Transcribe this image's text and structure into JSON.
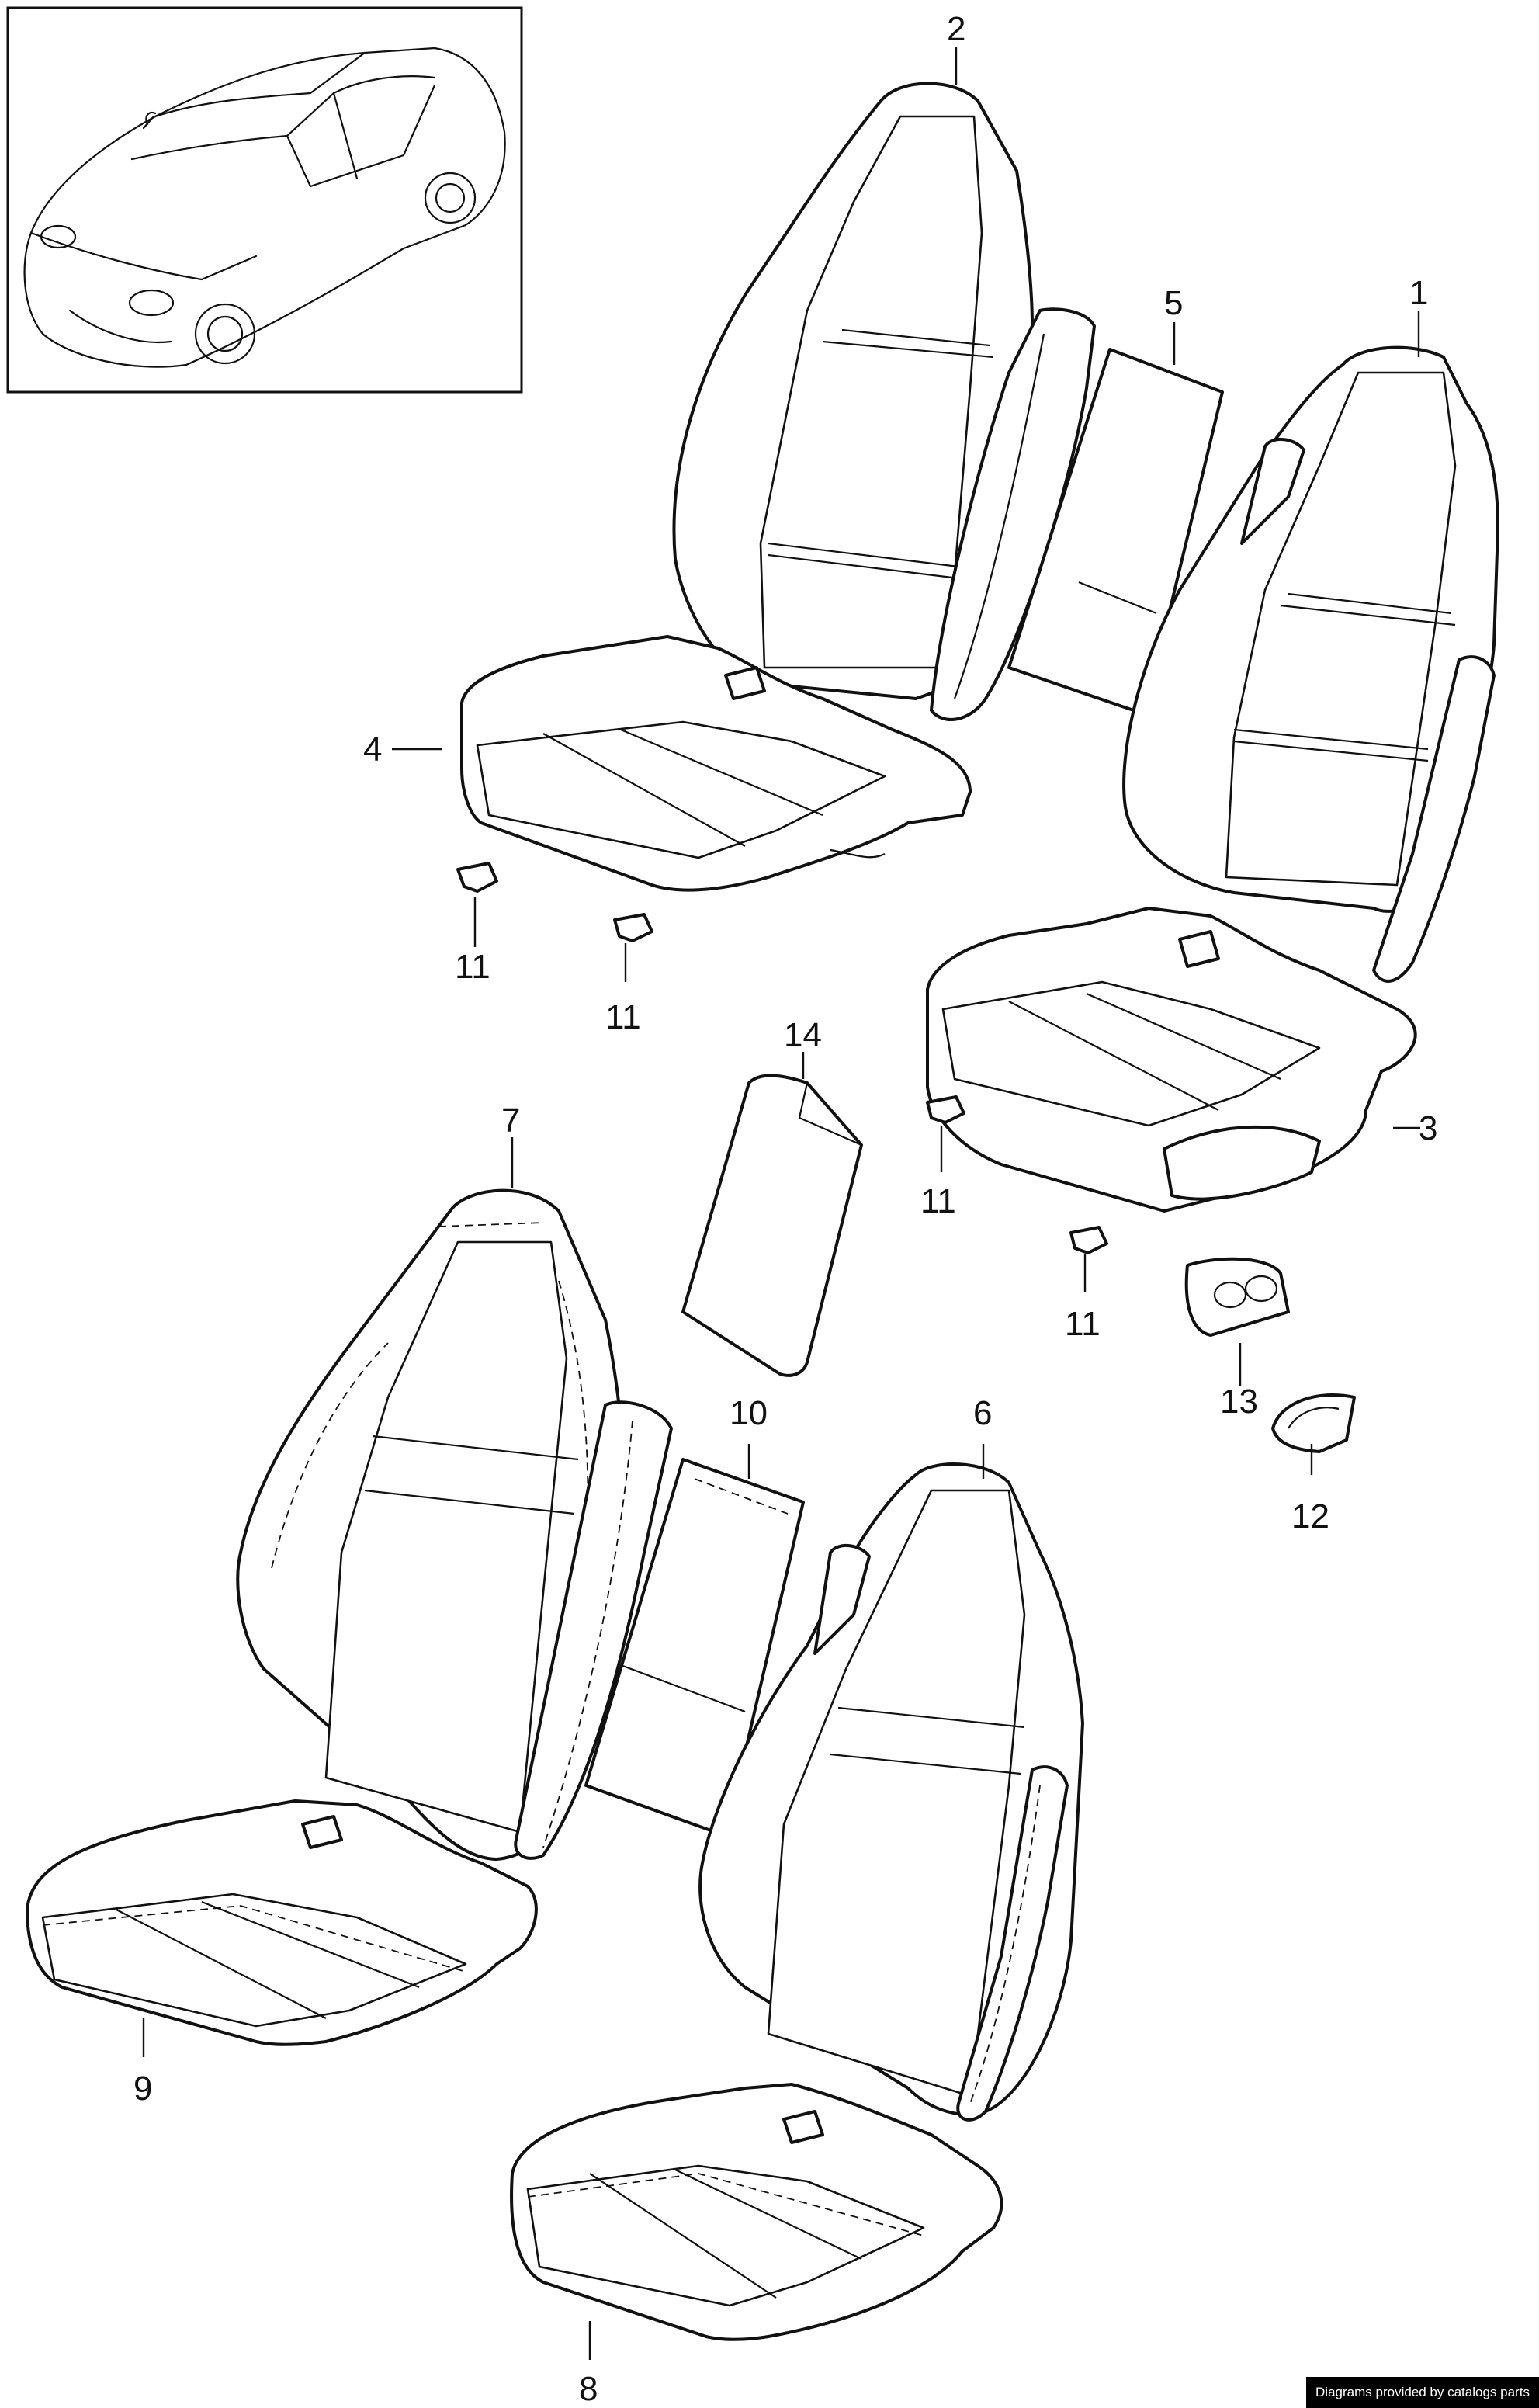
{
  "callouts": {
    "c1": "1",
    "c2": "2",
    "c3": "3",
    "c4": "4",
    "c5": "5",
    "c6": "6",
    "c7": "7",
    "c8": "8",
    "c9": "9",
    "c10": "10",
    "c11a": "11",
    "c11b": "11",
    "c11c": "11",
    "c11d": "11",
    "c12": "12",
    "c13": "13",
    "c14": "14"
  },
  "credit": "Diagrams provided by catalogs parts"
}
